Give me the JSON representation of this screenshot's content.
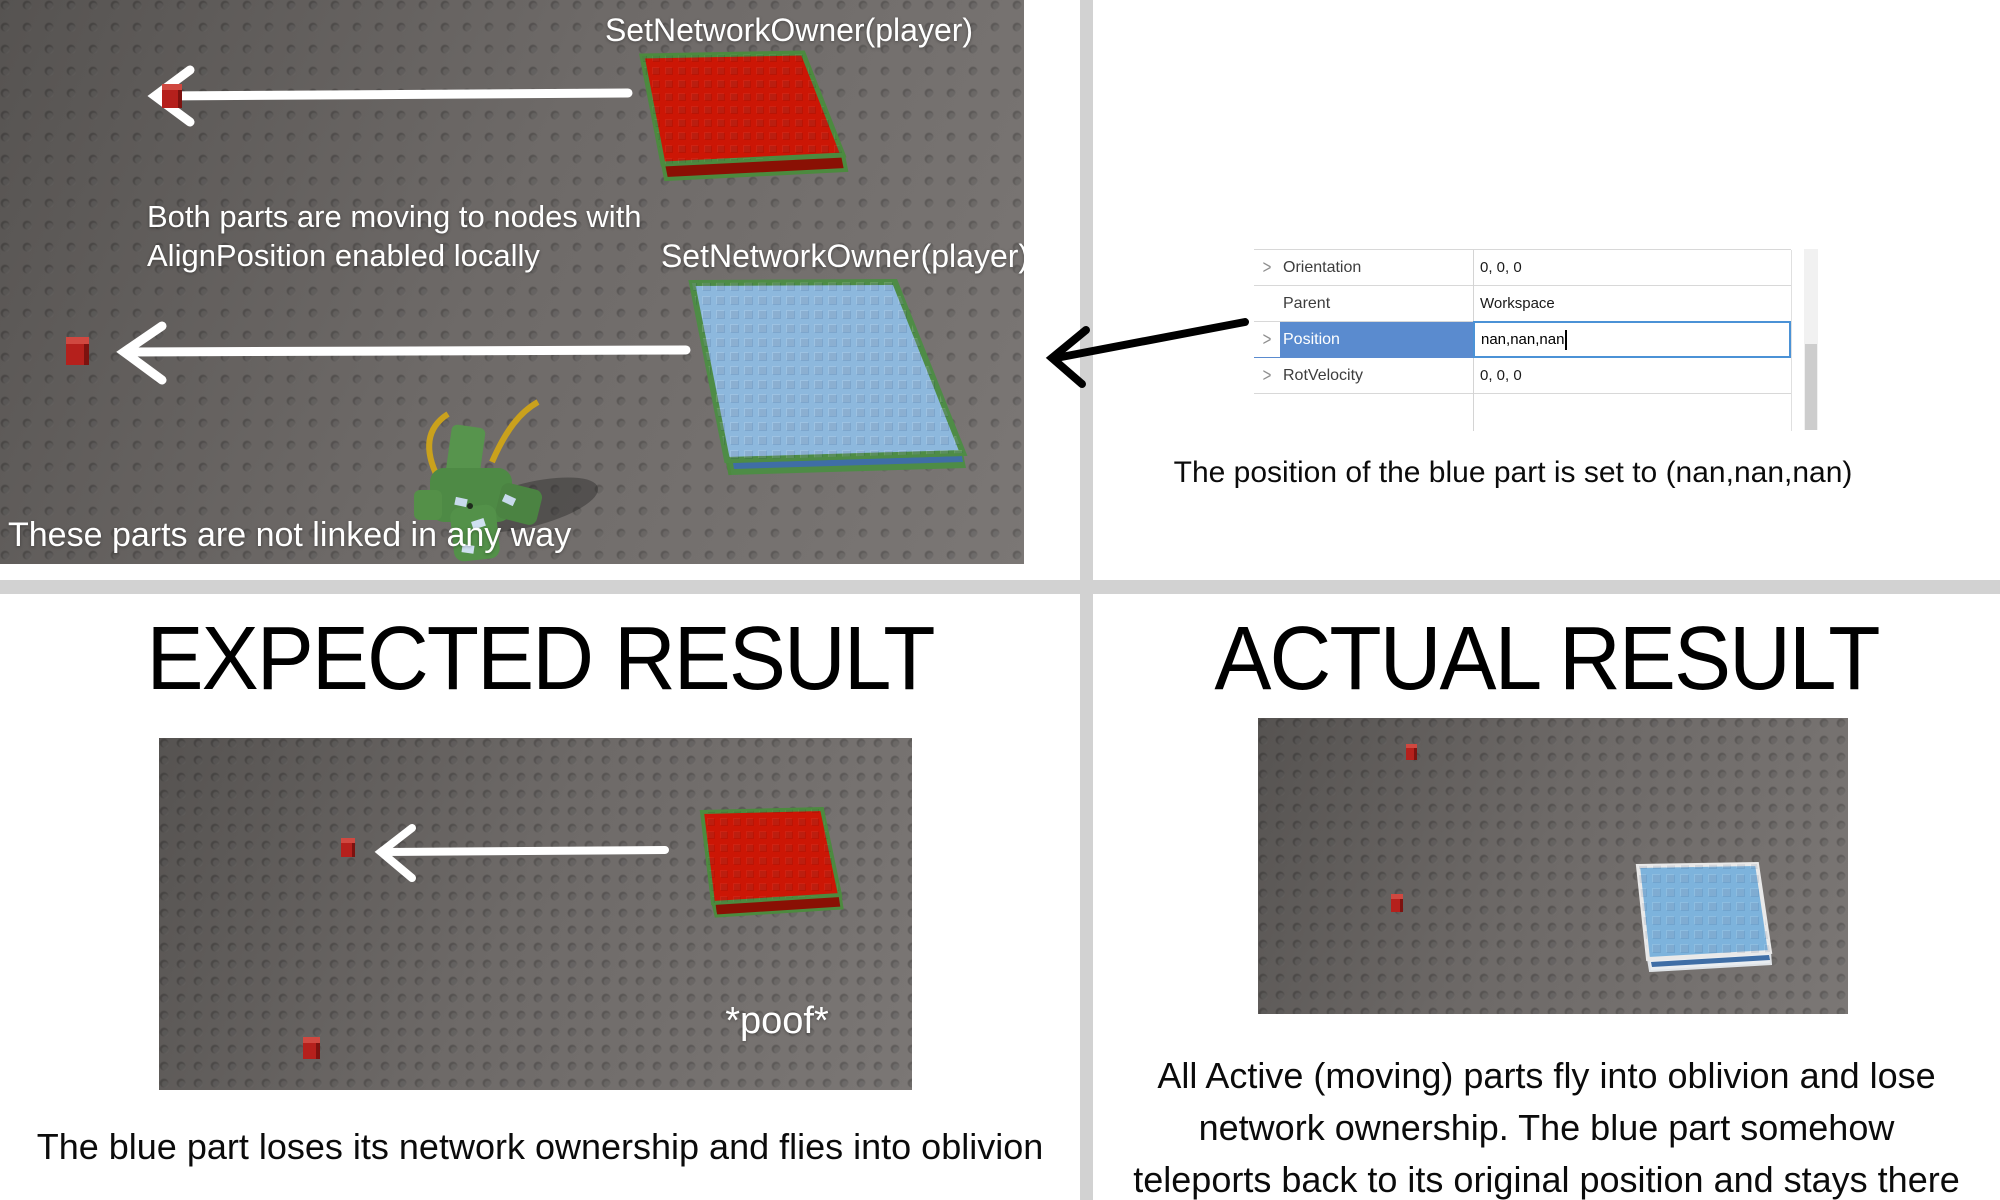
{
  "top_left": {
    "red_part_label": "SetNetworkOwner(player)",
    "blue_part_label": "SetNetworkOwner(player)",
    "note_line1": "Both parts are moving to nodes with",
    "note_line2": "AlignPosition enabled locally",
    "bottom_note": "These parts are not linked in any way"
  },
  "top_right": {
    "properties_panel": {
      "rows": [
        {
          "name": "Orientation",
          "value": "0, 0, 0",
          "expandable": true,
          "selected": false
        },
        {
          "name": "Parent",
          "value": "Workspace",
          "expandable": false,
          "selected": false
        },
        {
          "name": "Position",
          "value": "nan,nan,nan",
          "expandable": true,
          "selected": true
        },
        {
          "name": "RotVelocity",
          "value": "0, 0, 0",
          "expandable": true,
          "selected": false
        }
      ]
    },
    "caption": "The position of the blue part is set to (nan,nan,nan)"
  },
  "bottom_left": {
    "heading": "EXPECTED RESULT",
    "poof_label": "*poof*",
    "caption": "The blue part loses its network ownership and flies into oblivion"
  },
  "bottom_right": {
    "heading": "ACTUAL RESULT",
    "caption_line1": "All Active (moving) parts fly into oblivion and lose",
    "caption_line2": "network ownership. The blue part somehow",
    "caption_line3": "teleports back to its original position and stays there"
  },
  "icons": {
    "row_expand_chevron": ">"
  },
  "colors": {
    "divider_gray": "#d2d2d2",
    "baseplate_gray": "#6b6766",
    "red_part": "#cc1605",
    "red_part_side": "#8a1004",
    "blue_part": "#8db8dd",
    "blue_part_actual": "#7db3dc",
    "selection_green": "#4e8c46",
    "selection_white": "#ececec",
    "highlight_blue": "#5a8bcf",
    "value_box_border_blue": "#4b92d6",
    "arrow_white": "#ffffff",
    "arrow_black": "#000000",
    "caption_black": "#0b0b0b"
  }
}
